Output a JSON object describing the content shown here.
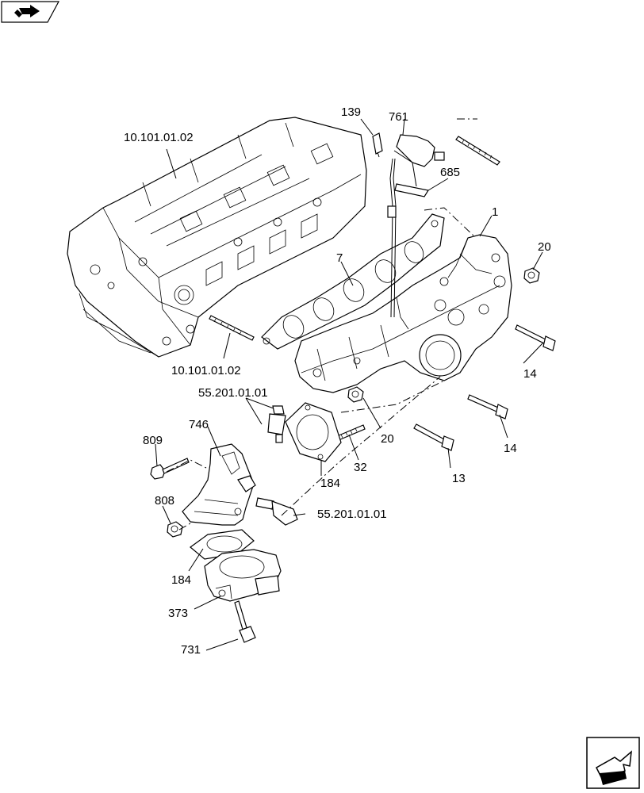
{
  "nav": {
    "top_left_icon": "arrow-right-icon",
    "bottom_right_icon": "next-page-arrow-icon"
  },
  "callouts": {
    "cylinder_head_top": "10.101.01.02",
    "cylinder_head_bottom": "10.101.01.02",
    "p139": "139",
    "p761": "761",
    "p685": "685",
    "p1": "1",
    "p20_top": "20",
    "p7": "7",
    "p14_top": "14",
    "p20_bottom": "20",
    "p14_bottom": "14",
    "sensor_top": "55.201.01.01",
    "p746": "746",
    "p809": "809",
    "p32": "32",
    "p13": "13",
    "p184_right": "184",
    "p808": "808",
    "sensor_bottom": "55.201.01.01",
    "p184_left": "184",
    "p373": "373",
    "p731": "731"
  }
}
